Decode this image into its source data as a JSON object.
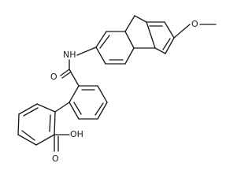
{
  "atom_labels": {
    "nh": "NH",
    "methoxy_o": "O",
    "amide_o": "O",
    "acid_o": "O",
    "acid_oh": "OH"
  }
}
